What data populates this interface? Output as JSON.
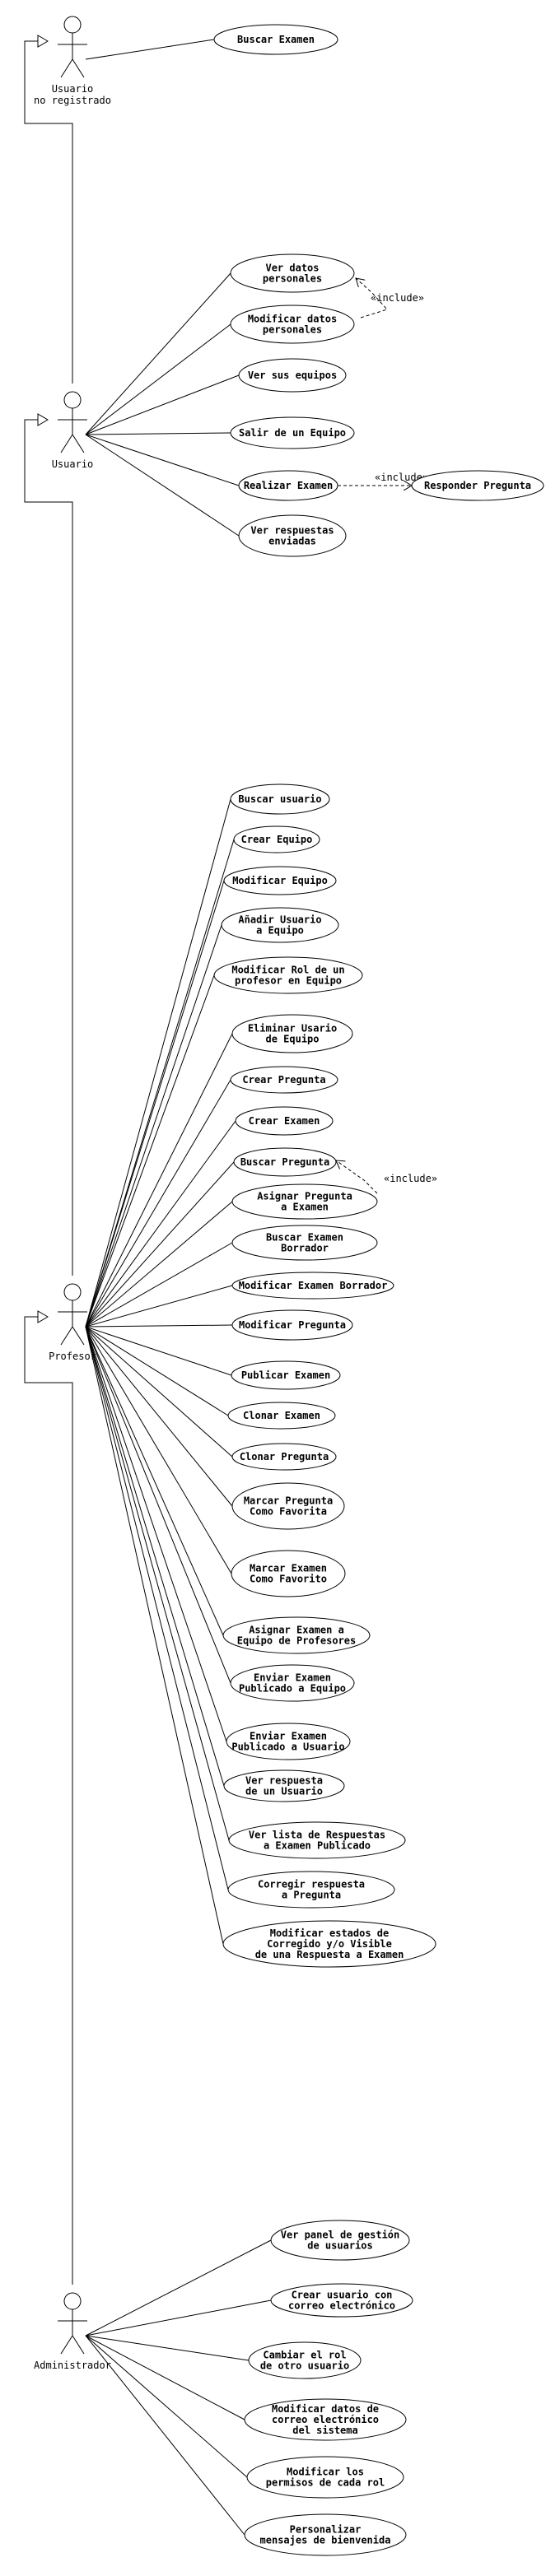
{
  "actors": [
    {
      "id": "visitor",
      "label": [
        "Usuario",
        "no registrado"
      ]
    },
    {
      "id": "user",
      "label": [
        "Usuario"
      ]
    },
    {
      "id": "teacher",
      "label": [
        "Profesor"
      ]
    },
    {
      "id": "admin",
      "label": [
        "Administrador"
      ]
    }
  ],
  "generalizations": [
    [
      "user",
      "visitor"
    ],
    [
      "teacher",
      "user"
    ],
    [
      "admin",
      "teacher"
    ]
  ],
  "use_cases": [
    {
      "id": "uc1",
      "actor": "visitor",
      "label": [
        "Buscar Examen"
      ]
    },
    {
      "id": "uc2",
      "actor": "user",
      "label": [
        "Ver datos",
        "personales"
      ]
    },
    {
      "id": "uc3",
      "actor": "user",
      "label": [
        "Modificar datos",
        "personales"
      ]
    },
    {
      "id": "uc4",
      "actor": "user",
      "label": [
        "Ver sus equipos"
      ]
    },
    {
      "id": "uc5",
      "actor": "user",
      "label": [
        "Salir de un Equipo"
      ]
    },
    {
      "id": "uc6",
      "actor": "user",
      "label": [
        "Realizar Examen"
      ]
    },
    {
      "id": "uc7",
      "actor": null,
      "label": [
        "Responder Pregunta"
      ]
    },
    {
      "id": "uc8",
      "actor": "user",
      "label": [
        "Ver respuestas",
        "enviadas"
      ]
    },
    {
      "id": "uc9",
      "actor": "teacher",
      "label": [
        "Buscar usuario"
      ]
    },
    {
      "id": "uc10",
      "actor": "teacher",
      "label": [
        "Crear Equipo"
      ]
    },
    {
      "id": "uc11",
      "actor": "teacher",
      "label": [
        "Modificar Equipo"
      ]
    },
    {
      "id": "uc12",
      "actor": "teacher",
      "label": [
        "Añadir Usuario",
        "a Equipo"
      ]
    },
    {
      "id": "uc13",
      "actor": "teacher",
      "label": [
        "Modificar Rol de un",
        "profesor en Equipo"
      ]
    },
    {
      "id": "uc14",
      "actor": "teacher",
      "label": [
        "Eliminar Usario",
        "de Equipo"
      ]
    },
    {
      "id": "uc15",
      "actor": "teacher",
      "label": [
        "Crear Pregunta"
      ]
    },
    {
      "id": "uc16",
      "actor": "teacher",
      "label": [
        "Crear Examen"
      ]
    },
    {
      "id": "uc17",
      "actor": "teacher",
      "label": [
        "Buscar Pregunta"
      ]
    },
    {
      "id": "uc18",
      "actor": "teacher",
      "label": [
        "Asignar Pregunta",
        "a Examen"
      ]
    },
    {
      "id": "uc19",
      "actor": "teacher",
      "label": [
        "Buscar Examen",
        "Borrador"
      ]
    },
    {
      "id": "uc20",
      "actor": "teacher",
      "label": [
        "Modificar Examen Borrador"
      ]
    },
    {
      "id": "uc21",
      "actor": "teacher",
      "label": [
        "Modificar Pregunta"
      ]
    },
    {
      "id": "uc22",
      "actor": "teacher",
      "label": [
        "Publicar Examen"
      ]
    },
    {
      "id": "uc23",
      "actor": "teacher",
      "label": [
        "Clonar Examen"
      ]
    },
    {
      "id": "uc24",
      "actor": "teacher",
      "label": [
        "Clonar Pregunta"
      ]
    },
    {
      "id": "uc25",
      "actor": "teacher",
      "label": [
        "Marcar Pregunta",
        "Como Favorita"
      ]
    },
    {
      "id": "uc26",
      "actor": "teacher",
      "label": [
        "Marcar Examen",
        "Como Favorito"
      ]
    },
    {
      "id": "uc27",
      "actor": "teacher",
      "label": [
        "Asignar Examen a",
        "Equipo de Profesores"
      ]
    },
    {
      "id": "uc28",
      "actor": "teacher",
      "label": [
        "Enviar Examen",
        "Publicado a Equipo"
      ]
    },
    {
      "id": "uc29",
      "actor": "teacher",
      "label": [
        "Enviar Examen",
        "Publicado a Usuario"
      ]
    },
    {
      "id": "uc30",
      "actor": "teacher",
      "label": [
        "Ver respuesta",
        "de un Usuario"
      ]
    },
    {
      "id": "uc31",
      "actor": "teacher",
      "label": [
        "Ver lista de Respuestas",
        "a Examen Publicado"
      ]
    },
    {
      "id": "uc32",
      "actor": "teacher",
      "label": [
        "Corregir respuesta",
        "a Pregunta"
      ]
    },
    {
      "id": "uc33",
      "actor": "teacher",
      "label": [
        "Modificar estados de",
        "Corregido y/o Visible",
        "de una Respuesta a Examen"
      ]
    },
    {
      "id": "uc34",
      "actor": "admin",
      "label": [
        "Ver panel de gestión",
        "de usuarios"
      ]
    },
    {
      "id": "uc35",
      "actor": "admin",
      "label": [
        "Crear usuario con",
        "correo electrónico"
      ]
    },
    {
      "id": "uc36",
      "actor": "admin",
      "label": [
        "Cambiar el rol",
        "de otro usuario"
      ]
    },
    {
      "id": "uc37",
      "actor": "admin",
      "label": [
        "Modificar datos de",
        "correo electrónico",
        "del sistema"
      ]
    },
    {
      "id": "uc38",
      "actor": "admin",
      "label": [
        "Modificar los",
        "permisos de cada rol"
      ]
    },
    {
      "id": "uc39",
      "actor": "admin",
      "label": [
        "Personalizar",
        "mensajes de bienvenida"
      ]
    }
  ],
  "includes": [
    {
      "from": "uc3",
      "to": "uc2",
      "label": "«include»"
    },
    {
      "from": "uc6",
      "to": "uc7",
      "label": "«include»"
    },
    {
      "from": "uc18",
      "to": "uc17",
      "label": "«include»"
    }
  ]
}
